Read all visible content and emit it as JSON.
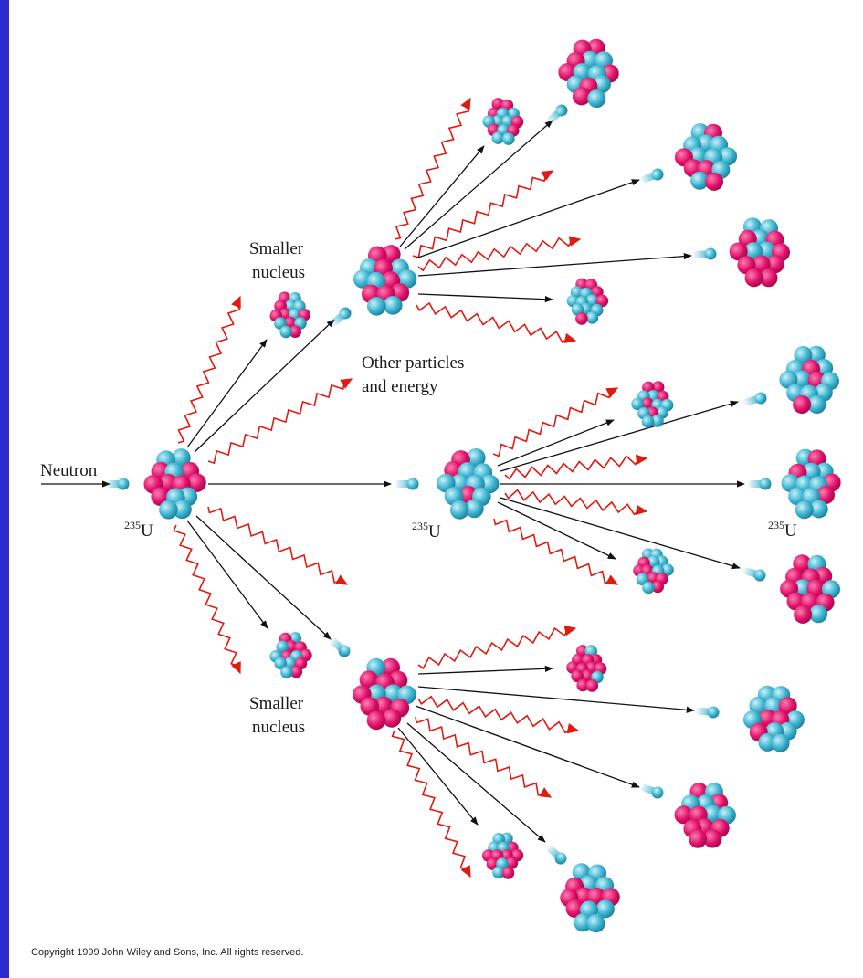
{
  "labels": {
    "neutron": "Neutron",
    "smaller_nucleus_line1": "Smaller",
    "smaller_nucleus_line2": "nucleus",
    "other_particles_line1": "Other particles",
    "other_particles_line2": "and energy",
    "u235_mass": "235",
    "u235_symbol": "U"
  },
  "copyright": "Copyright 1999 John Wiley and Sons, Inc. All rights reserved.",
  "colors": {
    "border": "#2b2bd0",
    "proton": "#e0116a",
    "neutron": "#3bb3cf",
    "energy_wave": "#e01b10",
    "arrow": "#111111"
  }
}
